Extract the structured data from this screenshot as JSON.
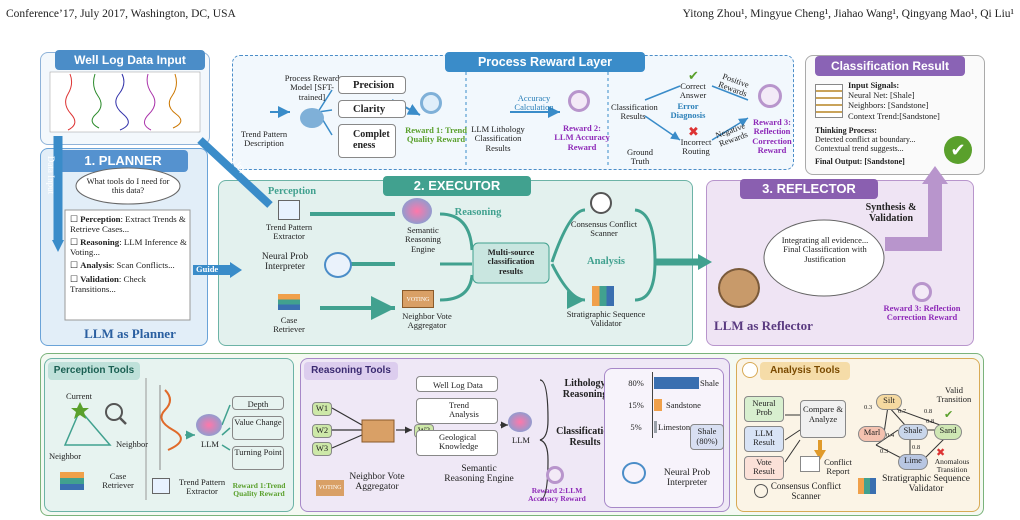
{
  "header": {
    "left": "Conference’17, July 2017, Washington, DC, USA",
    "authors": "Yitong Zhou¹, Mingyue Cheng¹, Jiahao Wang¹, Qingyang Mao¹, Qi Liu¹"
  },
  "top": {
    "well_input": "Well Log Data Input",
    "prl_title": "Process Reward Layer",
    "trend_desc": "Trend Pattern Description",
    "prm": "Process Reward Model [SFT-trained]",
    "precision": "Precision",
    "clarity": "Clarity",
    "completeness": "Complet eness",
    "r1": "Reward 1: Trend Quality Reward",
    "llm_lith": "LLM Lithology Classification Results",
    "acc_calc": "Accuracy Calculation",
    "r2": "Reward 2: LLM Accuracy Reward",
    "class_results": "Classification Results",
    "ground_truth": "Ground Truth",
    "correct": "Correct Answer",
    "error_diag": "Error Diagnosis",
    "incorrect": "Incorrect Routing",
    "pos_r": "Positive Rewards",
    "neg_r": "Negative Rewards",
    "r3": "Reward 3: Reflection Correction Reward",
    "cr_title": "Classification Result",
    "input_signals": "Input Signals:",
    "nn": "Neural Net: [Shale]",
    "nb": "Neighbors: [Sandstone]",
    "ct": "Context Trend:[Sandstone]",
    "thinking": "Thinking Process:",
    "t1": "Detected conflict at boundary...",
    "t2": "Contextual trend suggests...",
    "final": "Final Output: [Sandstone]"
  },
  "planner": {
    "title": "1. PLANNER",
    "question": "What tools do I need for this data?",
    "data_input": "Data Input",
    "items": [
      [
        "Perception",
        ": Extract Trends & Retrieve Cases..."
      ],
      [
        "Reasoning",
        ": LLM Inference & Voting..."
      ],
      [
        "Analysis",
        ": Scan Conflicts..."
      ],
      [
        "Validation",
        ": Check Transitions..."
      ]
    ],
    "footer": "LLM as Planner",
    "guide": "Guide"
  },
  "executor": {
    "title": "2. EXECUTOR",
    "perception": "Perception",
    "reasoning": "Reasoning",
    "analysis": "Analysis",
    "tpe": "Trend Pattern Extractor",
    "npi": "Neural Prob Interpreter",
    "cr": "Case Retriever",
    "sre": "Semantic Reasoning Engine",
    "nva": "Neighbor Vote Aggregator",
    "voting": "VOTING",
    "msc": "Multi-source classification results",
    "ccs": "Consensus Conflict Scanner",
    "ssv": "Stratigraphic Sequence Validator"
  },
  "reflector": {
    "title": "3. REFLECTOR",
    "synth": "Synthesis & Validation",
    "bubble": "Integrating all evidence... Final Classification with Justification",
    "footer": "LLM as Reflector",
    "r3": "Reward 3: Reflection Correction Reward"
  },
  "perception_tools": {
    "title": "Perception Tools",
    "current": "Current",
    "neighbor1": "Neighbor",
    "neighbor2": "Neighbor",
    "case": "Case Retriever",
    "depth": "Depth",
    "vc": "Value Change",
    "tp": "Turning Point",
    "llm": "LLM",
    "tpe": "Trend Pattern Extractor",
    "r1": "Reward 1:Trend Quality Reward"
  },
  "reasoning_tools": {
    "title": "Reasoning Tools",
    "w1": "W1",
    "w2": "W2",
    "w3": "W3",
    "wout": "W3",
    "nva": "Neighbor Vote Aggregator",
    "voting": "VOTING",
    "wld": "Well Log Data",
    "ta": "Trend Analysis",
    "gk": "Geological Knowledge",
    "llm": "LLM",
    "lr": "Lithology Reasoning",
    "clsr": "Classification Results",
    "sre": "Semantic Reasoning Engine",
    "r2": "Reward 2:LLM Accuracy Reward",
    "bars": {
      "labels": [
        "Shale",
        "Sandstone",
        "Limestone"
      ],
      "pcts": [
        "80%",
        "15%",
        "5%"
      ],
      "values": [
        80,
        15,
        5
      ],
      "colors": [
        "#3a6fb0",
        "#f0a04a",
        "#9aa0a8"
      ],
      "out": "Shale (80%)"
    },
    "npi": "Neural Prob Interpreter"
  },
  "analysis_tools": {
    "title": "Analysis Tools",
    "np": "Neural Prob",
    "llmr": "LLM Result",
    "vr": "Vote Result",
    "ca": "Compare & Analyze",
    "crp": "Conflict Report",
    "ccs": "Consensus Conflict Scanner",
    "silt": "Silt",
    "marl": "Marl",
    "shale": "Shale",
    "sand": "Sand",
    "lime": "Lime",
    "vt": "Valid Transition",
    "at": "Anomalous Transition",
    "ssv": "Stratigraphic Sequence Validator",
    "w": [
      "0.3",
      "0.7",
      "0.4",
      "0.8",
      "0.8",
      "0.3",
      "0.8"
    ]
  }
}
